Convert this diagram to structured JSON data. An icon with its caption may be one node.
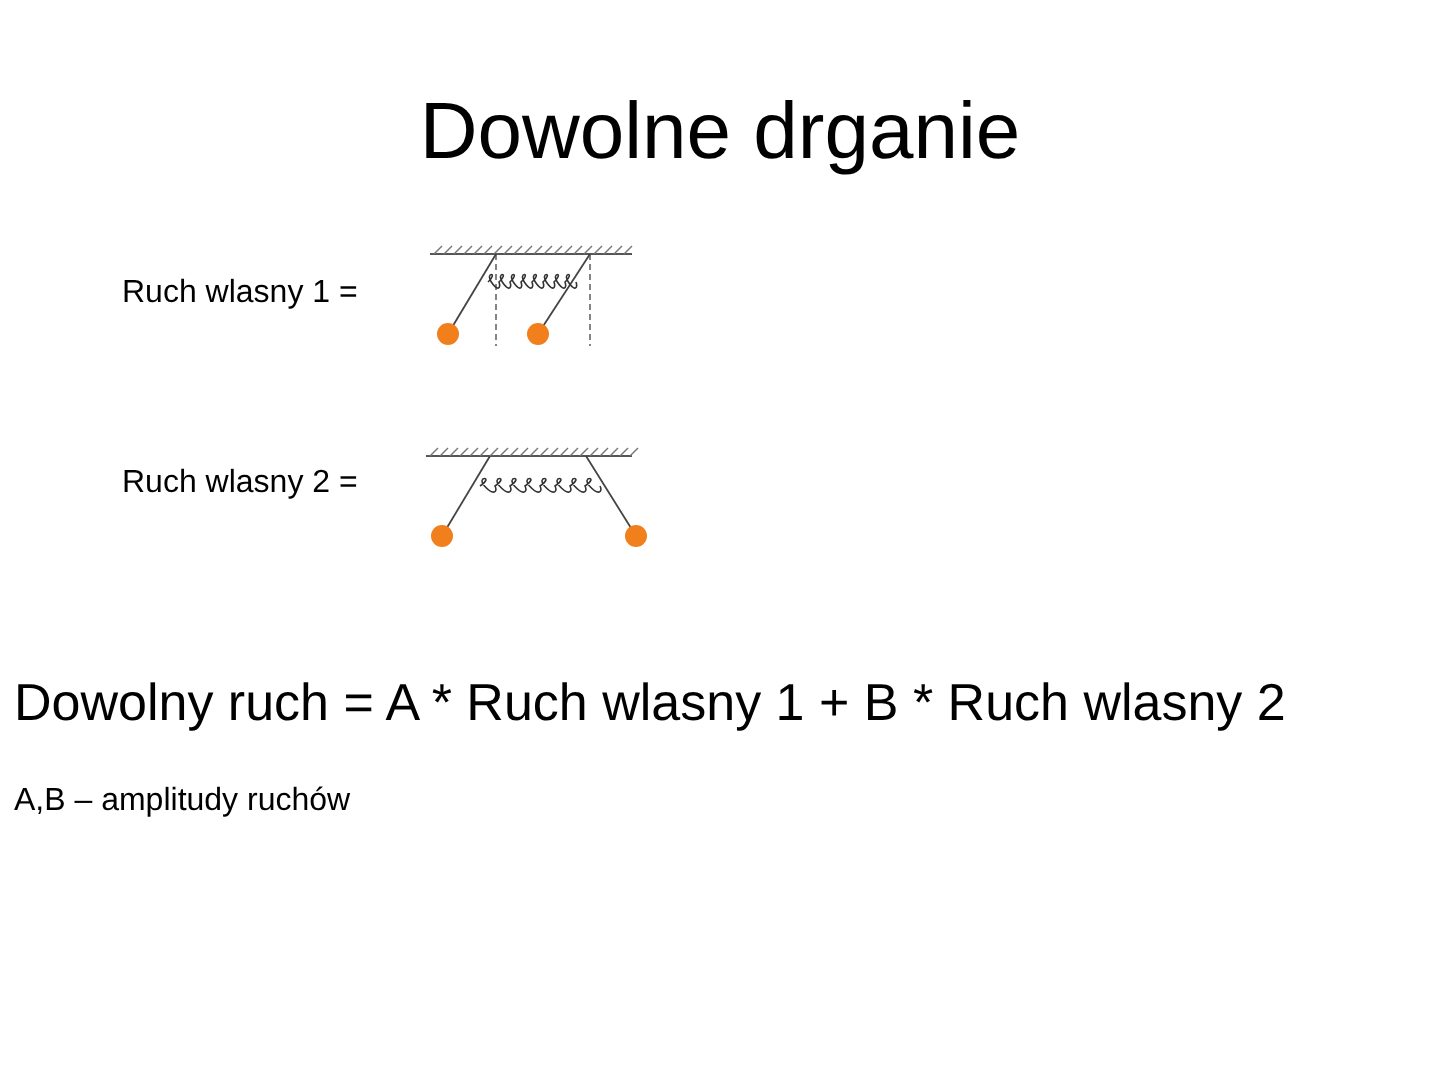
{
  "diagram": {
    "title": "Dowolne drganie",
    "labels": [
      "Ruch wlasny 1 =",
      "Ruch wlasny 2 =",
      "Dowolny ruch = A * Ruch wlasny 1 + B * Ruch wlasny 2",
      "A,B – amplitudy ruchów"
    ]
  }
}
